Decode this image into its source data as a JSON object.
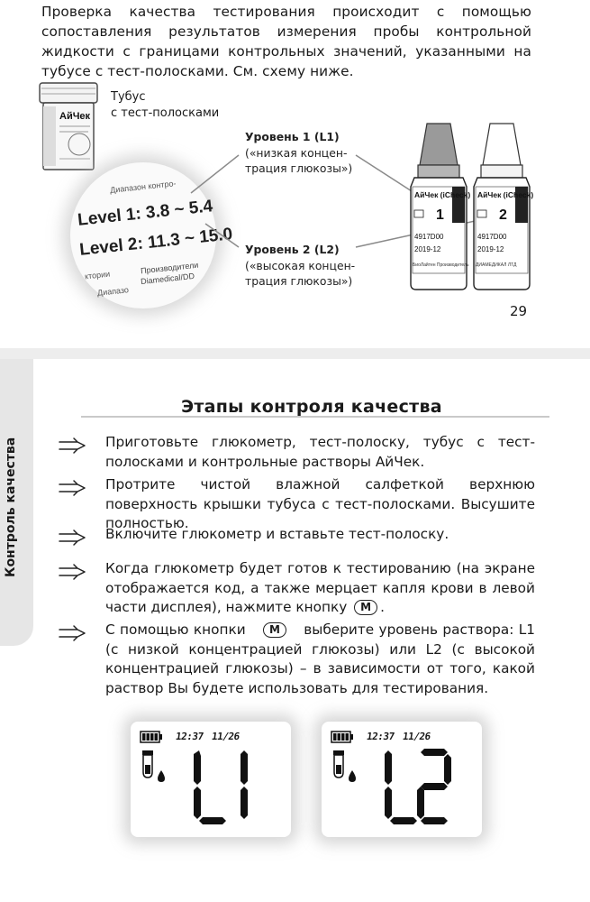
{
  "intro": {
    "text": "Проверка качества тестирования происходит с помощью сопоставления результатов измерения пробы контрольной жидкости с границами контрольных значений, указанными на тубусе с тест-полосками. См. схему ниже."
  },
  "diagram": {
    "tube_label_line1": "Тубус",
    "tube_label_line2": "с тест-полосками",
    "tube_brand": "АйЧек",
    "magnifier": {
      "range_header": "Диапазон контро-",
      "level1": "Level 1:  3.8 ~ 5.4",
      "level2": "Level 2:  11.3 ~ 15.0",
      "footer1": "Производители",
      "footer2": "Diamedical/DD",
      "footer3": "ктории",
      "footer4": "Диапазо"
    },
    "level1_label": {
      "title": "Уровень 1 (L1)",
      "line2": "(«низкая концен-",
      "line3": "трация глюкозы»)"
    },
    "level2_label": {
      "title": "Уровень 2 (L2)",
      "line2": "(«высокая концен-",
      "line3": "трация глюкозы»)"
    },
    "bottle1": {
      "brand": "АйЧек  (iCheck)",
      "number": "1",
      "lot": "4917D00",
      "date": "2019-12",
      "maker": "БиоЛайтен Производитель"
    },
    "bottle2": {
      "brand": "АйЧек  (iCheck)",
      "number": "2",
      "lot": "4917D00",
      "date": "2019-12",
      "maker": "ДИАМЕДИКАЛ ЛТД"
    }
  },
  "page_number": "29",
  "side_tab": {
    "label": "Контроль качества"
  },
  "section": {
    "title": "Этапы контроля качества",
    "steps": [
      {
        "text": "Приготовьте глюкометр, тест-полоску, тубус с тест-полосками и контрольные растворы АйЧек."
      },
      {
        "text": "Протрите чистой влажной салфеткой верхнюю поверхность крышки тубуса с тест-полосками. Высушите полностью."
      },
      {
        "text": "Включите глюкометр и вставьте тест-полоску."
      },
      {
        "text_before": "Когда глюкометр будет готов к тестированию (на экране отображается код, а также мерцает капля крови в левой части дисплея), нажмите кнопку",
        "button": "M",
        "text_after": "."
      },
      {
        "text_before": "С помощью кнопки",
        "button": "M",
        "text_after": "выберите уровень раствора: L1 (с низкой концентрацией глюкозы) или L2 (с высокой концентрацией глюкозы) – в зависимости от того, какой раствор Вы будете использовать для тестирования."
      }
    ]
  },
  "displays": [
    {
      "time": "12:37",
      "date": "11/26",
      "level": "L1"
    },
    {
      "time": "12:37",
      "date": "11/26",
      "level": "L2"
    }
  ],
  "colors": {
    "side_tab": "#e6e6e6",
    "divider": "#ededed",
    "text": "#1a1a1a"
  }
}
